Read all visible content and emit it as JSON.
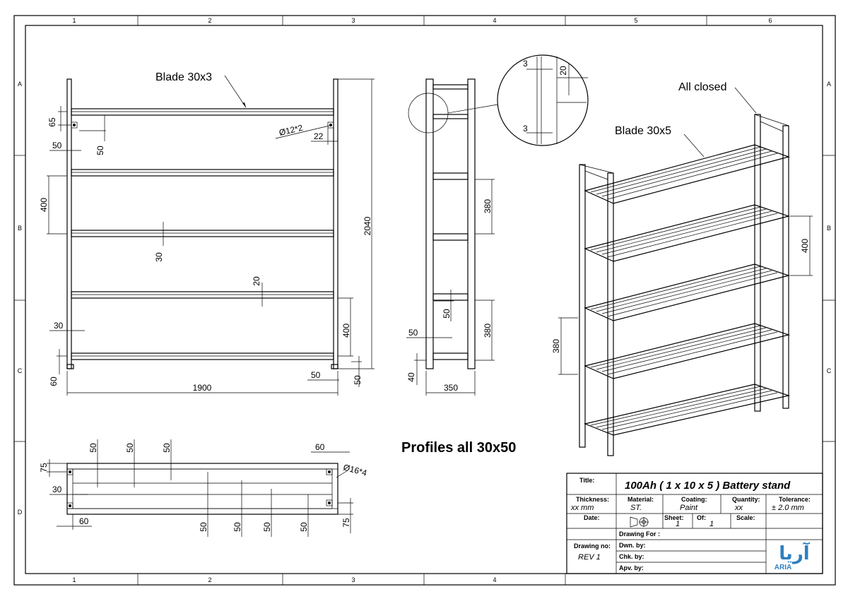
{
  "border": {
    "columns": [
      "1",
      "2",
      "3",
      "4",
      "5",
      "6"
    ],
    "bottom_columns": [
      "1",
      "2",
      "3",
      "4"
    ],
    "rows": [
      "A",
      "B",
      "C",
      "D"
    ]
  },
  "front_view": {
    "blade_label": "Blade 30x3",
    "hole_label": "Ø12*2",
    "dims": {
      "d65": "65",
      "d50a": "50",
      "d50b": "50",
      "d22": "22",
      "d400a": "400",
      "d30a": "30",
      "d20": "20",
      "d30b": "30",
      "d400b": "400",
      "d2040": "2040",
      "d60": "60",
      "d1900": "1900",
      "d50c": "50",
      "d50d": "50"
    }
  },
  "side_view": {
    "dims": {
      "d380a": "380",
      "d50a": "50",
      "d380b": "380",
      "d50b": "50",
      "d40": "40",
      "d350": "350"
    }
  },
  "detail_view": {
    "d3a": "3",
    "d20": "20",
    "d3b": "3"
  },
  "iso_view": {
    "closed_label": "All closed",
    "blade_label": "Blade 30x5",
    "d400": "400",
    "d380": "380"
  },
  "top_view": {
    "hole_label": "Ø16*4",
    "dims": {
      "t50a": "50",
      "t50b": "50",
      "t50c": "50",
      "t60a": "60",
      "t75a": "75",
      "t30": "30",
      "t60b": "60",
      "b50a": "50",
      "b50b": "50",
      "b50c": "50",
      "b50d": "50",
      "t75b": "75"
    }
  },
  "note": "Profiles all 30x50",
  "title_block": {
    "title_label": "Title:",
    "title_value": "100Ah ( 1 x 10 x 5 ) Battery stand",
    "thickness_label": "Thickness:",
    "thickness_value": "xx mm",
    "material_label": "Material:",
    "material_value": "ST.",
    "coating_label": "Coating:",
    "coating_value": "Paint",
    "quantity_label": "Quantity:",
    "quantity_value": "xx",
    "tolerance_label": "Tolerance:",
    "tolerance_value": "±  2.0 mm",
    "date_label": "Date:",
    "sheet_label": "Sheet:",
    "sheet_value": "1",
    "of_label": "Of:",
    "of_value": "1",
    "scale_label": "Scale:",
    "drawing_for_label": "Drawing For :",
    "drawing_no_label": "Drawing no:",
    "drawing_no_value": "REV 1",
    "dwn_label": "Dwn. by:",
    "chk_label": "Chk. by:",
    "apv_label": "Apv. by:",
    "logo_text": "آریا",
    "logo_subtext": "ARIA"
  }
}
